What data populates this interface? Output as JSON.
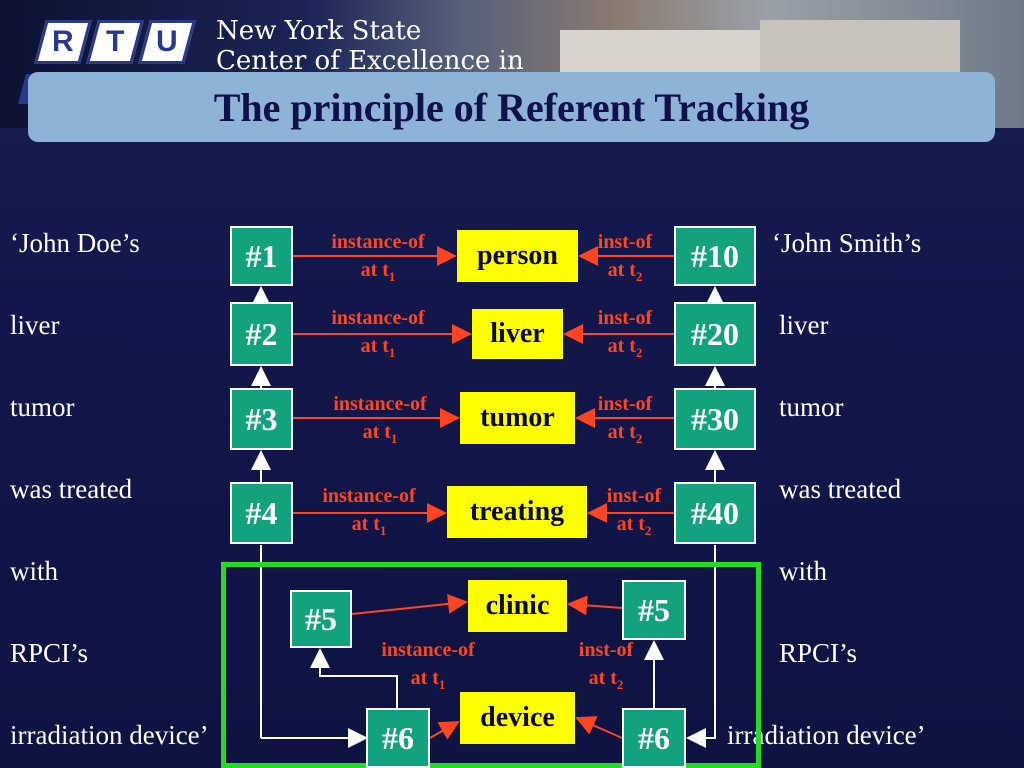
{
  "header": {
    "logo_letters": [
      "R",
      "T",
      "U"
    ],
    "org_line1": "New York State",
    "org_line2": "Center of Excellence in"
  },
  "title": "The principle of Referent Tracking",
  "left_text": [
    "‘John Doe’s",
    "liver",
    "tumor",
    "was treated",
    "with",
    "RPCI’s",
    "irradiation device’"
  ],
  "right_text": [
    "‘John Smith’s",
    "liver",
    "tumor",
    "was treated",
    "with",
    "RPCI’s",
    "irradiation device’"
  ],
  "left_ids": [
    "#1",
    "#2",
    "#3",
    "#4",
    "#5",
    "#6"
  ],
  "right_ids": [
    "#10",
    "#20",
    "#30",
    "#40",
    "#5",
    "#6"
  ],
  "classes": [
    "person",
    "liver",
    "tumor",
    "treating",
    "clinic",
    "device"
  ],
  "relations": {
    "left_label": "instance-of",
    "right_label": "inst-of",
    "at": "at t",
    "t_left": "1",
    "t_right": "2"
  },
  "colors": {
    "id_box": "#12a37e",
    "class_box": "#ffff00",
    "relation_text": "#ff4422",
    "highlight": "#22dd22"
  }
}
